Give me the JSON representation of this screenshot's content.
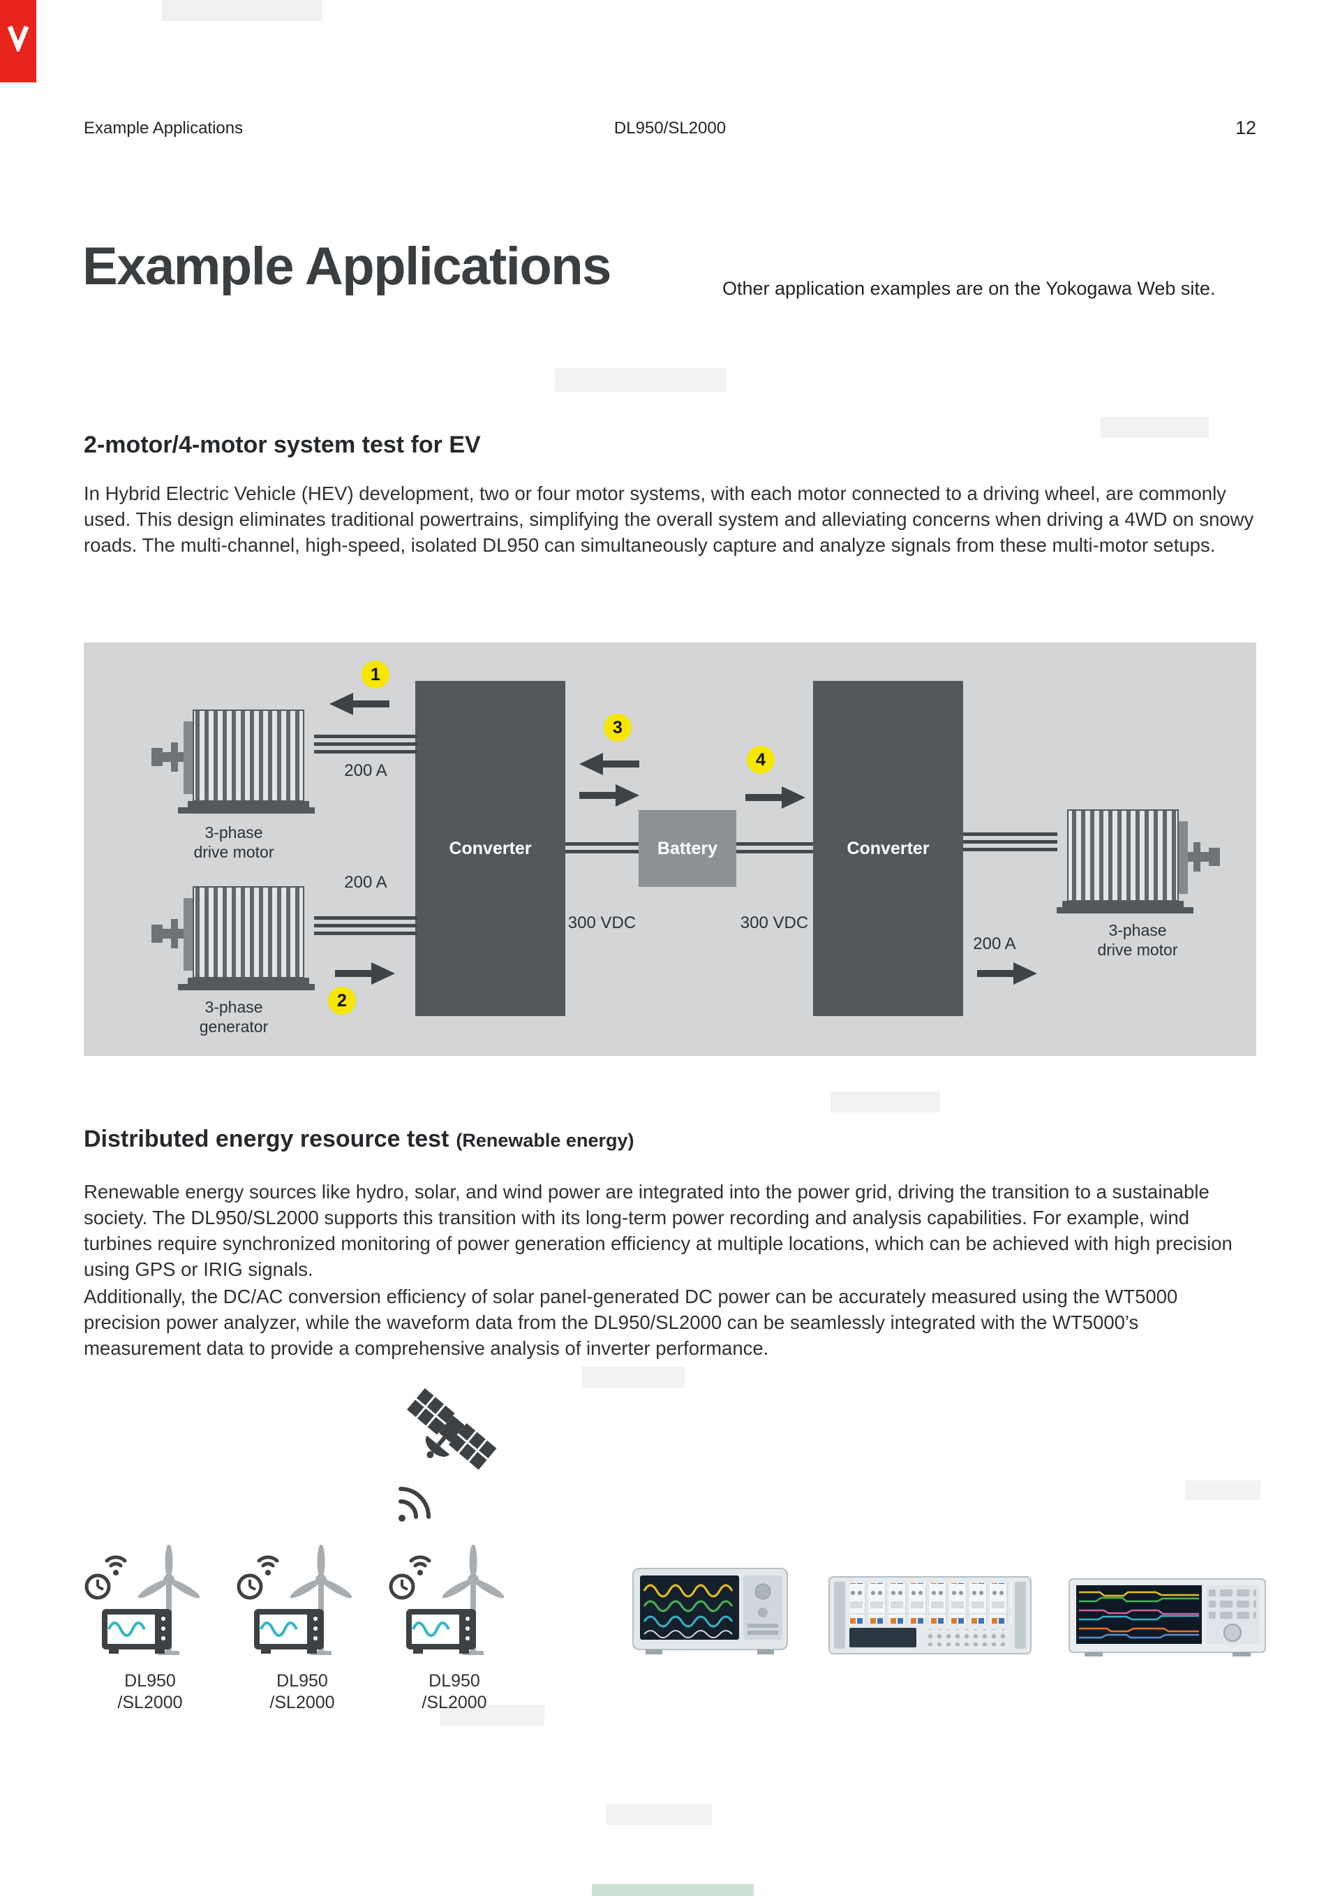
{
  "page": {
    "header_left": "Example Applications",
    "header_center": "DL950/SL2000",
    "page_number": "12",
    "title": "Example Applications",
    "subtitle": "Other application examples are on the Yokogawa Web site."
  },
  "section_ev": {
    "heading": "2-motor/4-motor system test for EV",
    "body": "In Hybrid Electric Vehicle (HEV) development, two or four motor systems, with each motor connected to a driving wheel, are commonly used. This design eliminates traditional powertrains, simplifying the overall system and alleviating concerns when driving a 4WD on snowy roads. The multi-channel, high-speed, isolated DL950 can simultaneously capture and analyze signals from these multi-motor setups.",
    "diagram": {
      "labels": {
        "current_top": "200 A",
        "current_bottom": "200 A",
        "current_right": "200 A",
        "voltage_left": "300 VDC",
        "voltage_right": "300 VDC",
        "motor_top": "3-phase\ndrive motor",
        "generator": "3-phase\ngenerator",
        "motor_right": "3-phase\ndrive motor",
        "converter_left": "Converter",
        "battery": "Battery",
        "converter_right": "Converter"
      },
      "badges": [
        "1",
        "2",
        "3",
        "4"
      ]
    }
  },
  "section_der": {
    "heading": "Distributed energy resource test",
    "heading_suffix": "(Renewable energy)",
    "body1": "Renewable energy sources like hydro, solar, and wind power are integrated into the power grid, driving the transition to a sustainable society. The DL950/SL2000 supports this transition with its long-term power recording and analysis capabilities. For example, wind turbines require synchronized monitoring of power generation efficiency at multiple locations, which can be achieved with high precision using GPS or IRIG signals.",
    "body2": "Additionally, the DC/AC conversion efficiency of solar panel-generated DC power can be accurately measured using the WT5000 precision power analyzer, while the waveform data from the DL950/SL2000 can be seamlessly integrated with the WT5000’s measurement data to provide a comprehensive analysis of inverter performance.",
    "device_labels": [
      "DL950\n/SL2000",
      "DL950\n/SL2000",
      "DL950\n/SL2000"
    ]
  },
  "colors": {
    "accent_red": "#e8251d",
    "diagram_bg": "#d3d5d7",
    "converter_box": "#54585b",
    "battery_box": "#8e9295",
    "badge_yellow": "#f7e600",
    "arrow_dark": "#3f4346"
  }
}
